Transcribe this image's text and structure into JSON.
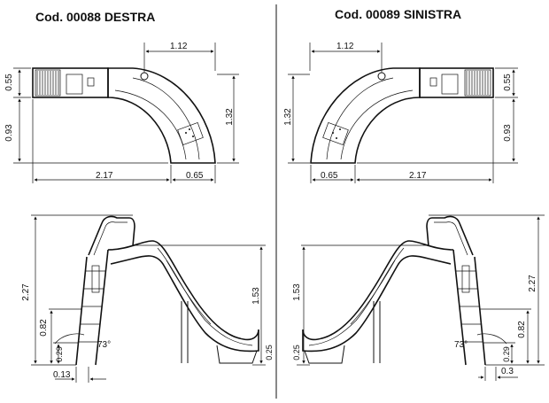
{
  "left": {
    "title": "Cod. 00088 DESTRA",
    "top_view": {
      "dim_offset": "1.12",
      "dim_deck_height": "0.55",
      "dim_body_height": "0.93",
      "dim_total_height": "1.32",
      "dim_length": "2.17",
      "dim_exit": "0.65"
    },
    "side_view": {
      "dim_total": "2.27",
      "dim_slide_height": "1.53",
      "dim_step": "0.82",
      "dim_bottom": "0.29",
      "dim_base": "0.13",
      "dim_exit": "0.25",
      "angle": "73°"
    }
  },
  "right": {
    "title": "Cod. 00089 SINISTRA",
    "top_view": {
      "dim_offset": "1.12",
      "dim_deck_height": "0.55",
      "dim_body_height": "0.93",
      "dim_total_height": "1.32",
      "dim_length": "2.17",
      "dim_exit": "0.65"
    },
    "side_view": {
      "dim_total": "2.27",
      "dim_slide_height": "1.53",
      "dim_step": "0.82",
      "dim_bottom": "0.29",
      "dim_base": "0.3",
      "dim_exit": "0.25",
      "angle": "73°"
    }
  }
}
